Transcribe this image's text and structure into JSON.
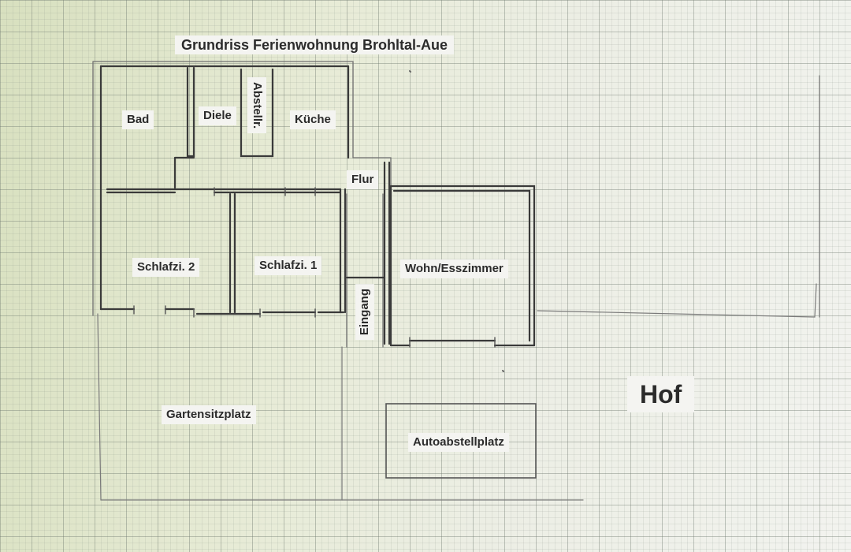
{
  "title": "Grundriss Ferienwohnung Brohltal-Aue",
  "rooms": {
    "bad": "Bad",
    "diele": "Diele",
    "abstellr": "Abstellr.",
    "kueche": "Küche",
    "flur": "Flur",
    "schlafzi2": "Schlafzi. 2",
    "schlafzi1": "Schlafzi. 1",
    "wohn_esszimmer": "Wohn/Esszimmer",
    "eingang": "Eingang"
  },
  "outdoor": {
    "gartensitzplatz": "Gartensitzplatz",
    "autoabstellplatz": "Autoabstellplatz",
    "hof": "Hof"
  },
  "colors": {
    "wall": "#3c3c3c",
    "pencil": "#6a6a6a",
    "label_bg": "#f4f4f1"
  }
}
